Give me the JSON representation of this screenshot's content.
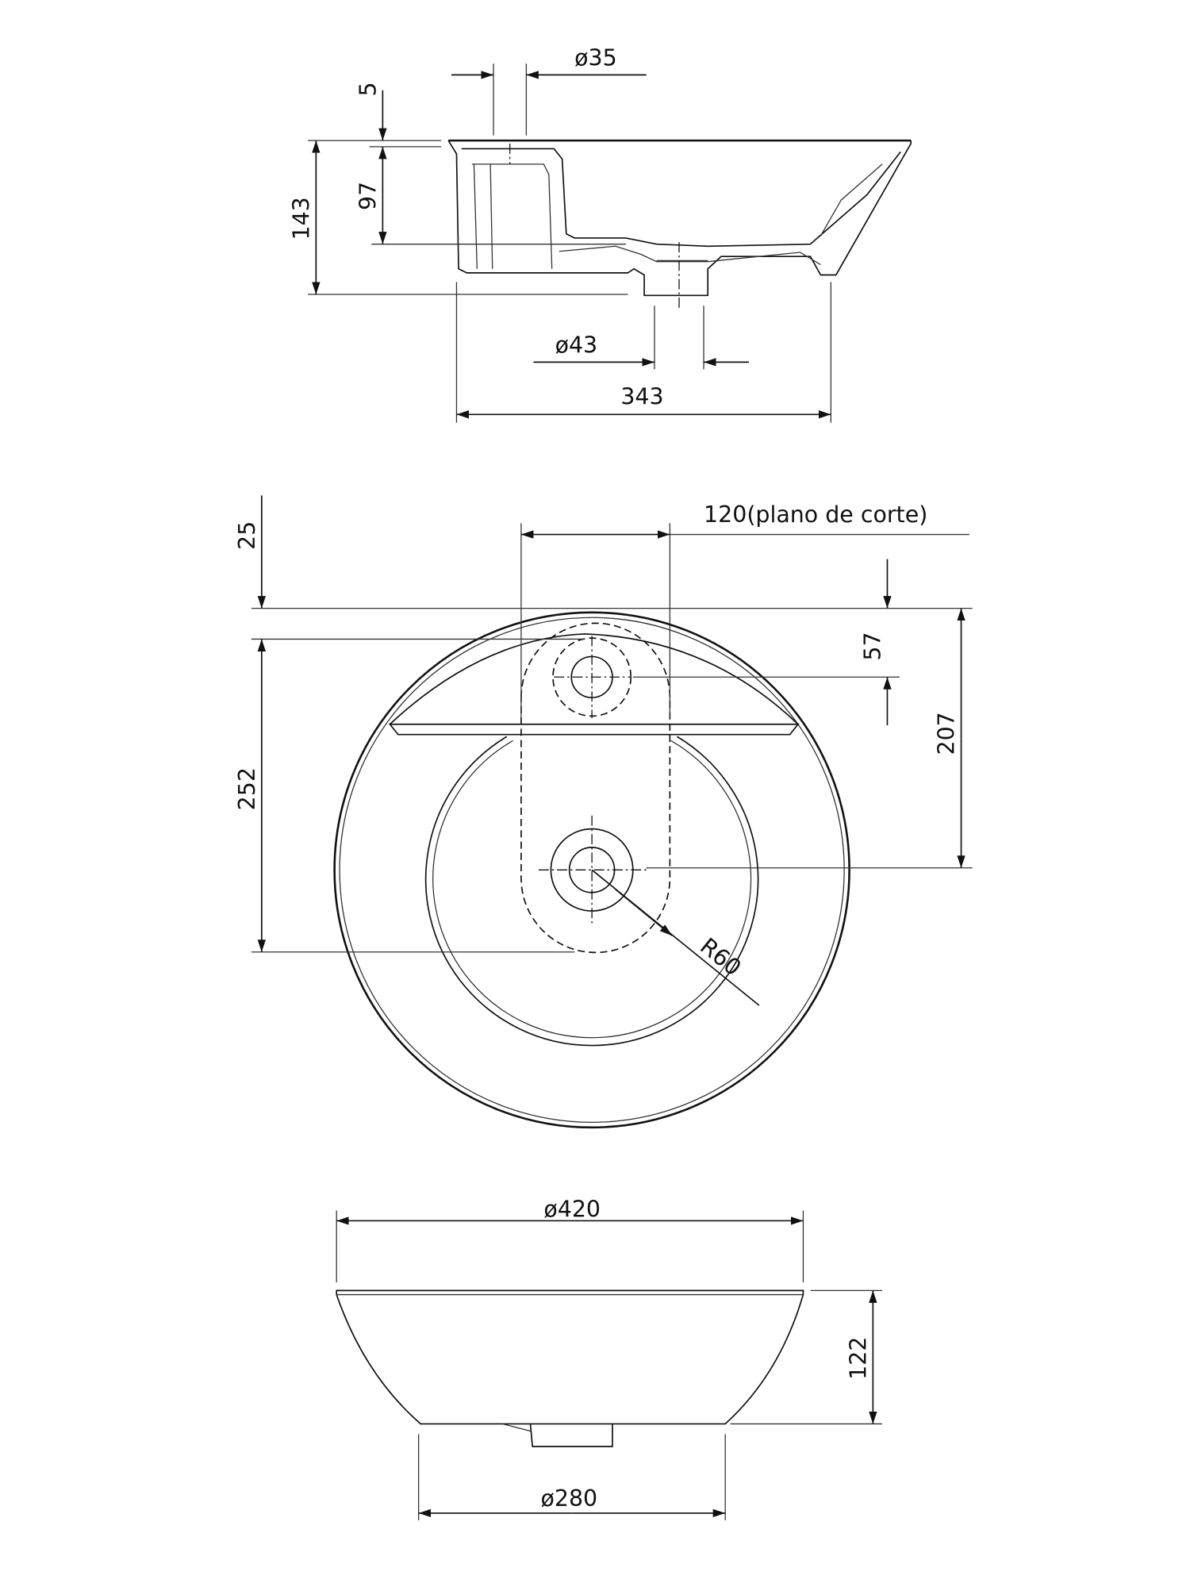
{
  "side_section_view": {
    "dim_tap_hole_diameter": "ø35",
    "dim_rim_offset": "5",
    "dim_total_height": "143",
    "dim_deck_height": "97",
    "dim_drain_diameter": "ø43",
    "dim_section_width": "343"
  },
  "plan_view": {
    "dim_cut_plane": "120(plano de corte)",
    "dim_top_offset": "25",
    "dim_tap_to_drain": "252",
    "dim_tap_offset": "57",
    "dim_edge_to_drain": "207",
    "dim_bowl_radius": "R60"
  },
  "elevation_view": {
    "dim_outer_diameter": "ø420",
    "dim_height": "122",
    "dim_base_diameter": "ø280"
  }
}
